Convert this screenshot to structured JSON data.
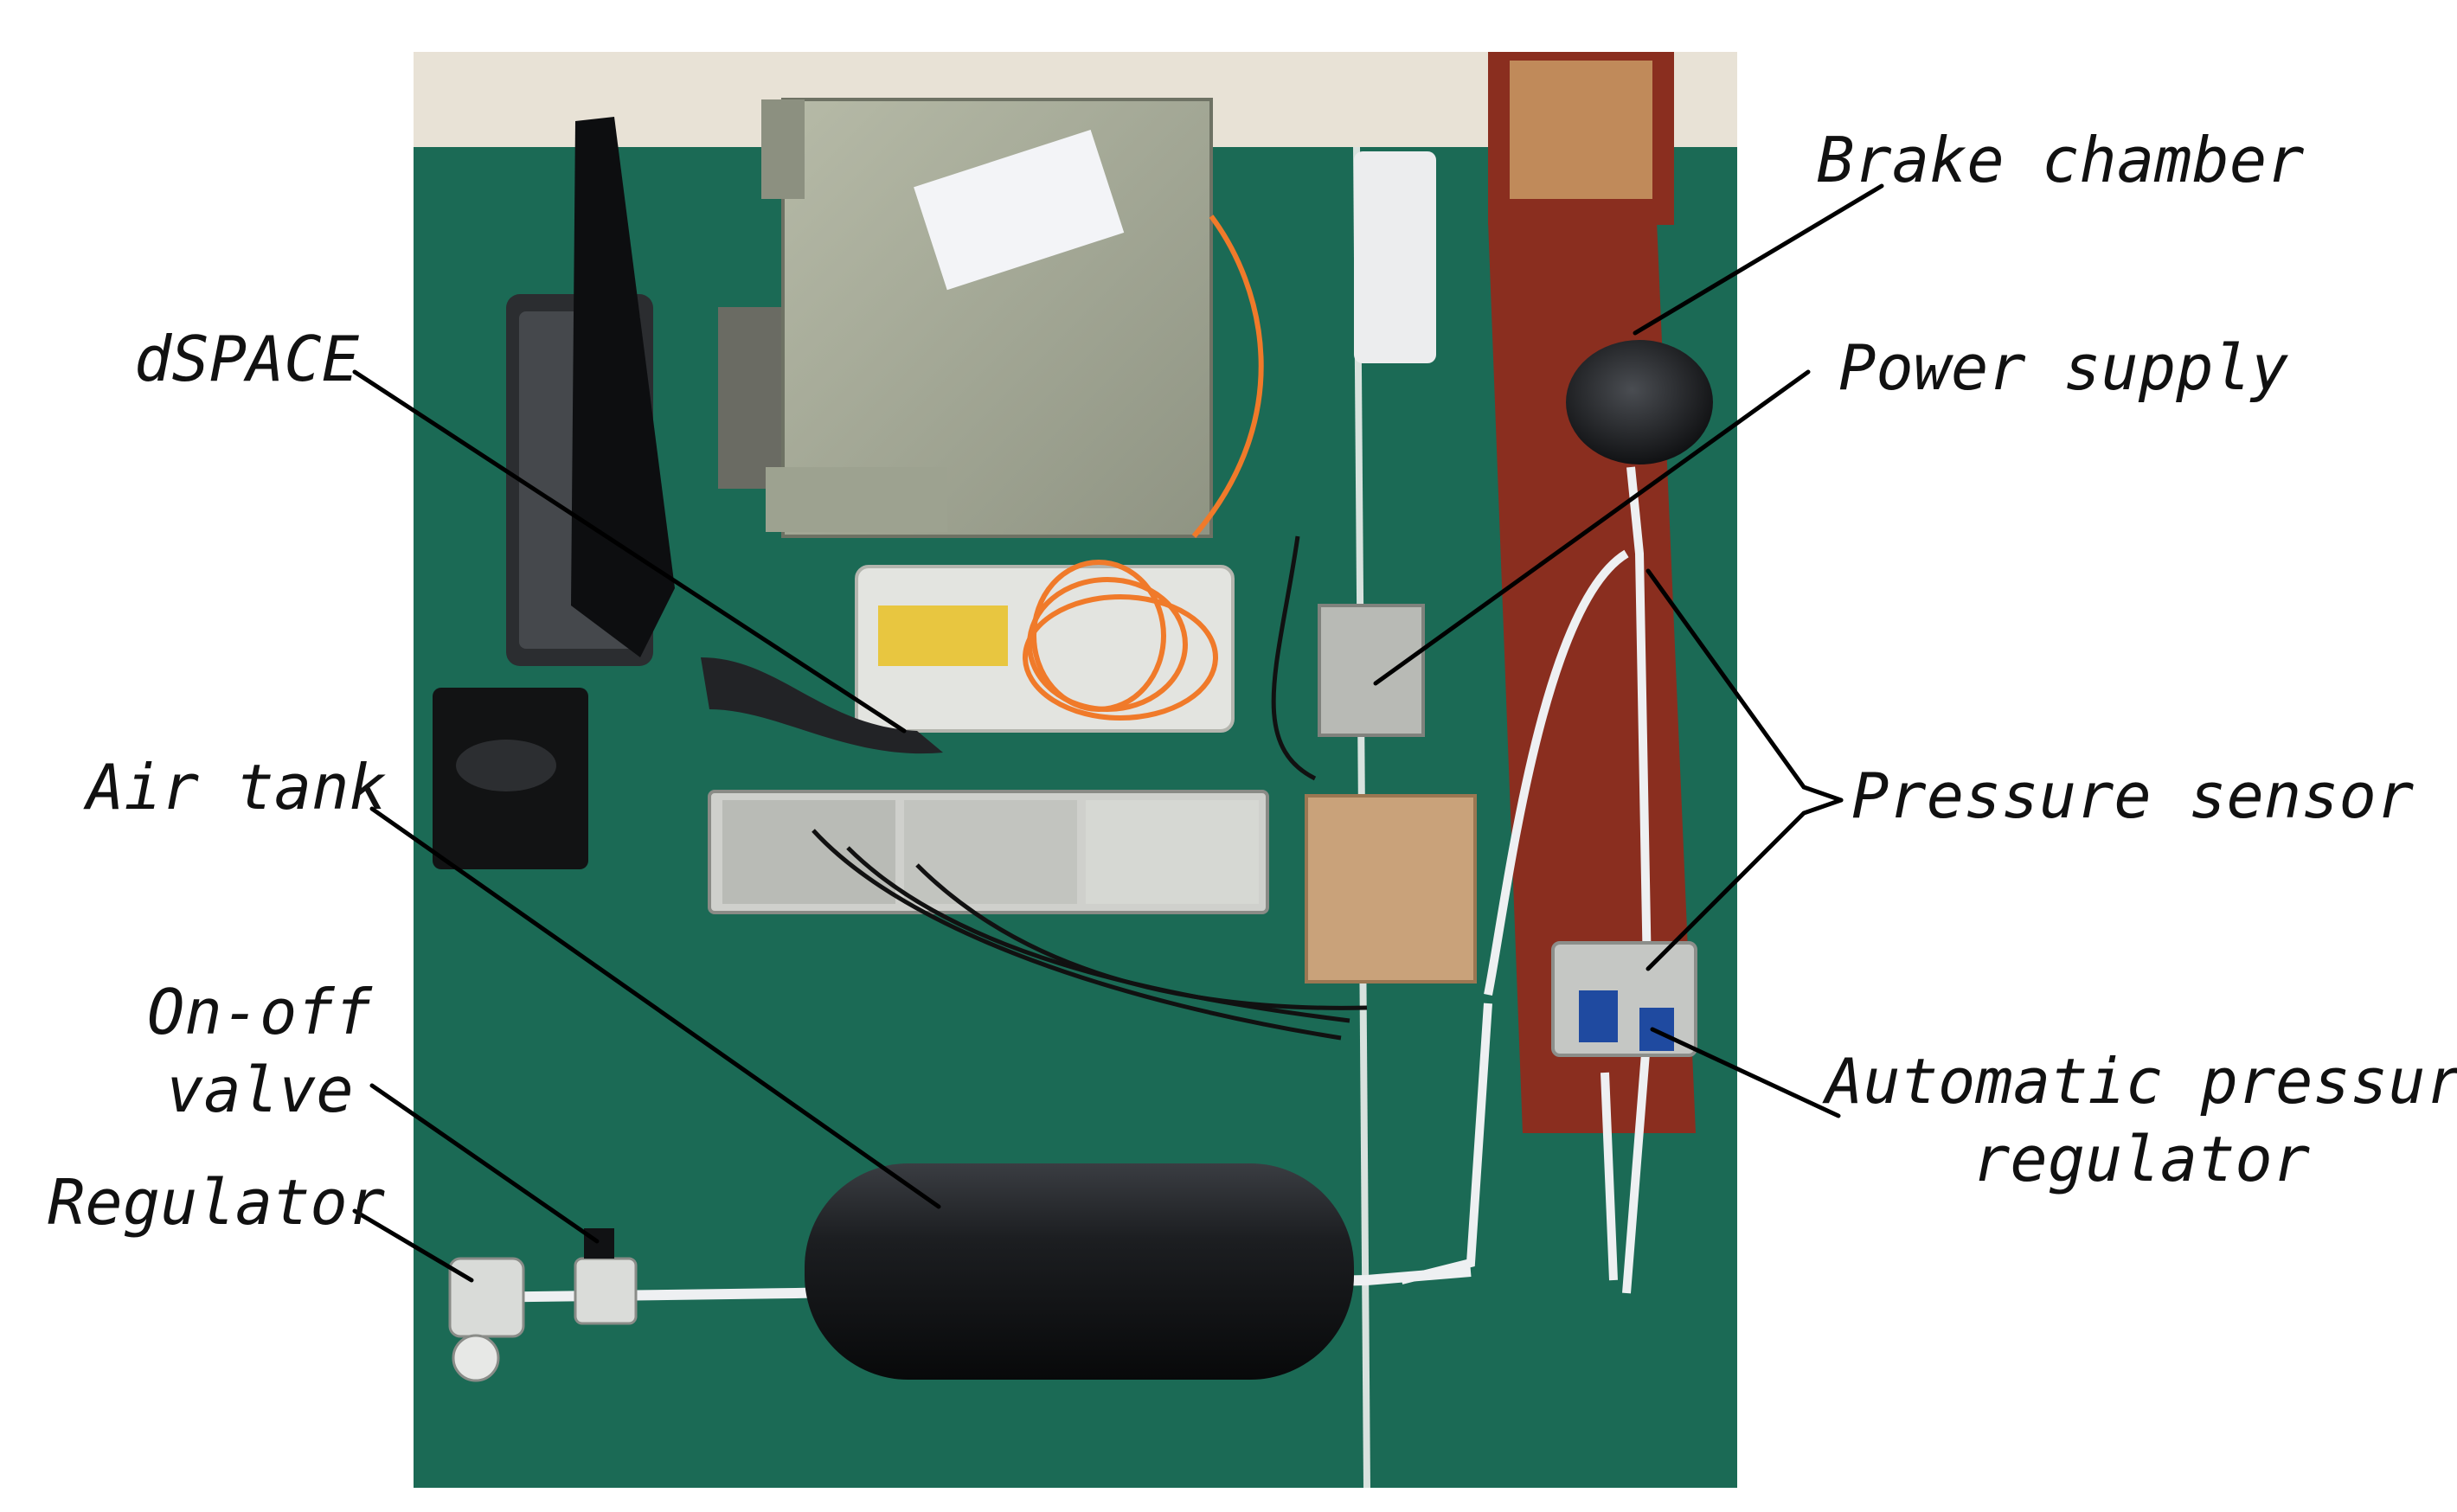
{
  "labels": {
    "brake_chamber": "Brake chamber",
    "power_supply": "Power supply",
    "dspace": "dSPACE",
    "air_tank": "Air tank",
    "pressure_sensor": "Pressure sensor",
    "on_off_valve_line1": "On-off",
    "on_off_valve_line2": "valve",
    "regulator": "Regulator",
    "automatic_pressure_regulator_line1": "Automatic pressure",
    "automatic_pressure_regulator_line2": "regulator"
  },
  "colors": {
    "table_green": "#1b6a55",
    "brake_frame": "#8a2e1f",
    "tank": "#15171a",
    "dspace_case": "#a8ad9a",
    "background": "#ffffff"
  }
}
